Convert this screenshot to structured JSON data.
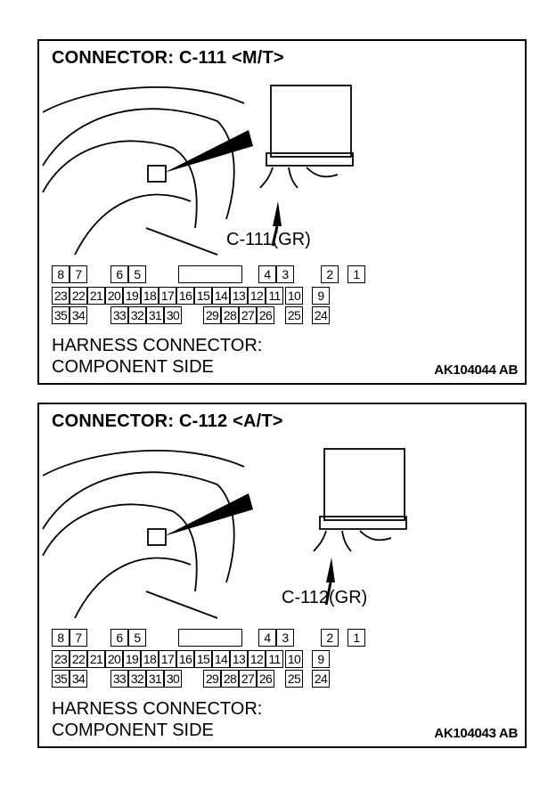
{
  "panels": [
    {
      "title": "CONNECTOR: C-111 <M/T>",
      "callout": "C-111(GR)",
      "harness_line1": "HARNESS CONNECTOR:",
      "harness_line2": "COMPONENT SIDE",
      "code": "AK104044 AB"
    },
    {
      "title": "CONNECTOR: C-112 <A/T>",
      "callout": "C-112(GR)",
      "harness_line1": "HARNESS CONNECTOR:",
      "harness_line2": "COMPONENT SIDE",
      "code": "AK104043 AB"
    }
  ],
  "pinout": {
    "row1": [
      "8",
      "7",
      "",
      "6",
      "5",
      "",
      "",
      "",
      "",
      "",
      "",
      "4",
      "3",
      "",
      "2",
      "1"
    ],
    "row2": [
      "23",
      "22",
      "21",
      "20",
      "19",
      "18",
      "17",
      "16",
      "15",
      "14",
      "13",
      "12",
      "11",
      "10",
      "9"
    ],
    "row3": [
      "35",
      "34",
      "",
      "33",
      "32",
      "31",
      "30",
      "",
      "29",
      "28",
      "27",
      "26",
      "",
      "25",
      "24"
    ]
  }
}
